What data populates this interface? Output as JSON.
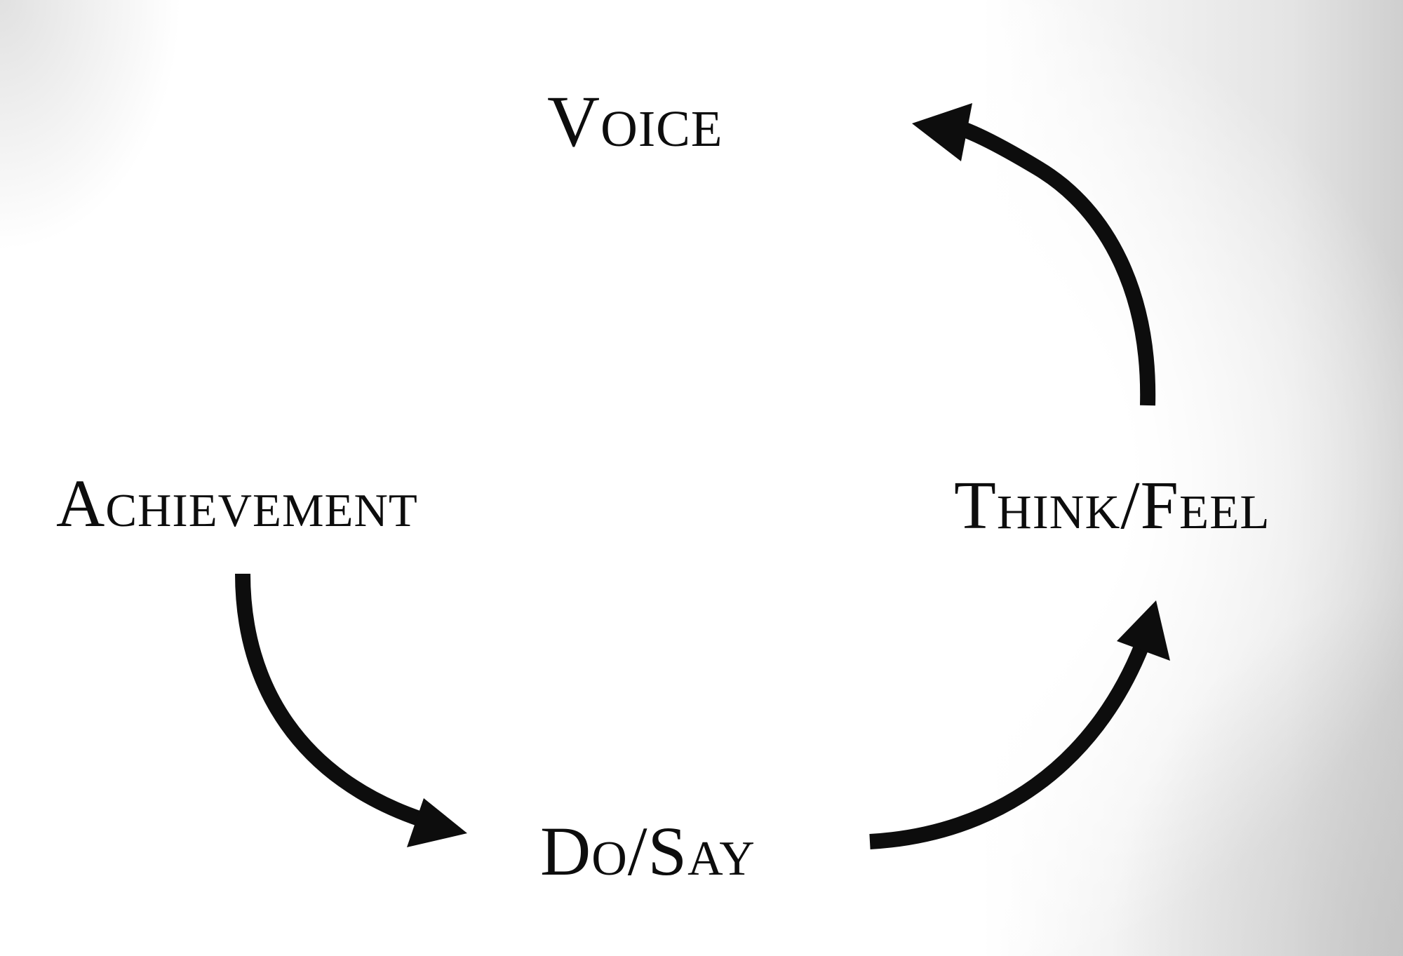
{
  "diagram": {
    "nodes": {
      "voice": "Voice",
      "think_feel": "Think/Feel",
      "do_say": "Do/Say",
      "achievement": "Achievement"
    },
    "edges": [
      {
        "from": "think_feel",
        "to": "voice"
      },
      {
        "from": "do_say",
        "to": "think_feel"
      },
      {
        "from": "achievement",
        "to": "do_say"
      }
    ]
  }
}
